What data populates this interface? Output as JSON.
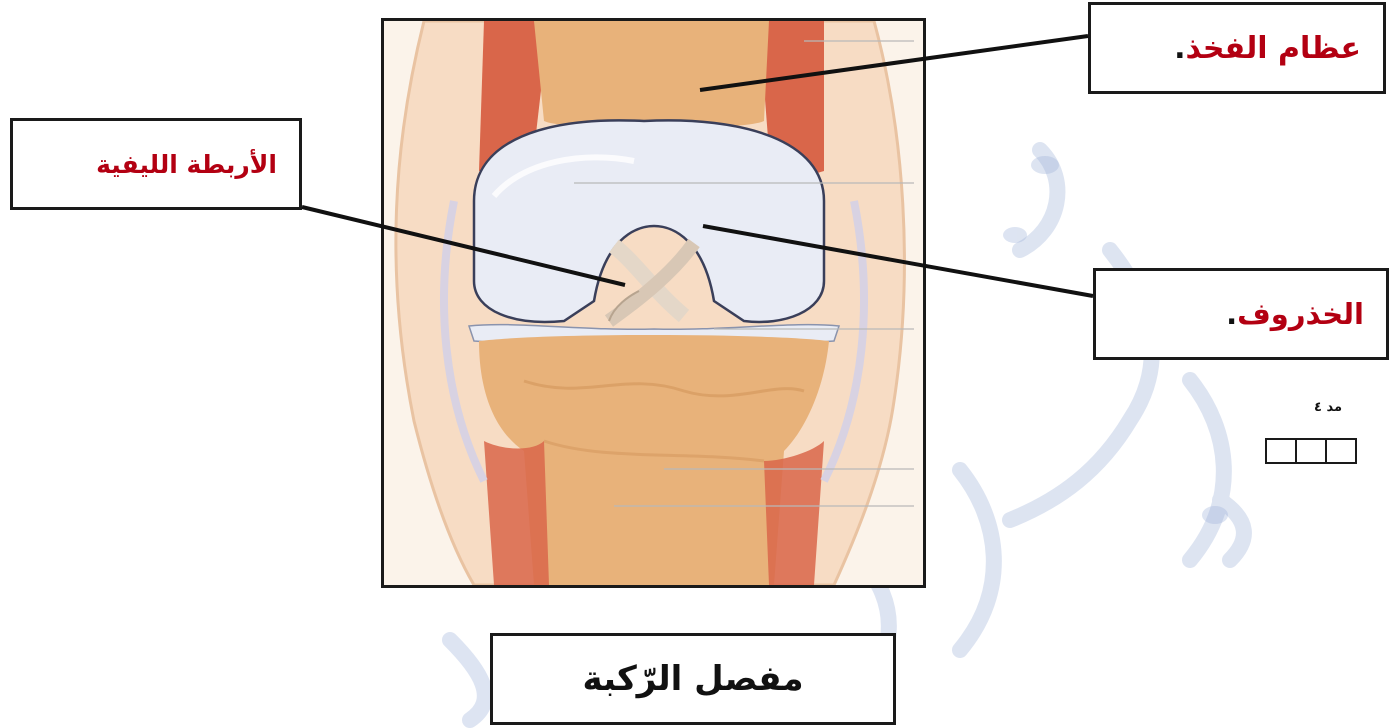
{
  "diagram": {
    "title": "مفصل الرّكبة",
    "labels": {
      "femur": "عظام الفخذ",
      "femur_dot": ".",
      "cruciate_ligaments": "الأربطة الليفية",
      "cartilage": "الخذروف",
      "cartilage_dot": "."
    },
    "score": {
      "label": "مد ٤",
      "box_count": 3
    }
  },
  "colors": {
    "label_text": "#b30012",
    "border": "#1a1a1a",
    "bone": "#e8b27a",
    "cartilage": "#e9ecf5",
    "muscle": "#d9664a",
    "watermark": "#9fb3d9"
  }
}
